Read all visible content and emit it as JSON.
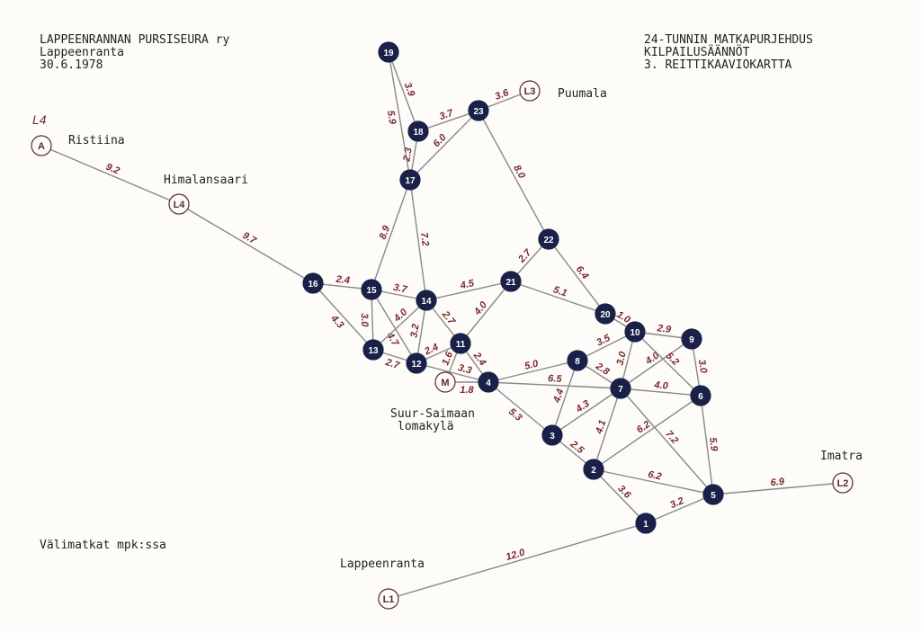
{
  "header_left": [
    "LAPPEENRANNAN PURSISEURA ry",
    "Lappeenranta",
    "30.6.1978"
  ],
  "header_right": [
    "24-TUNNIN MATKAPURJEHDUS",
    "KILPAILUSÄÄNNÖT",
    "3. REITTIKAAVIOKARTTA"
  ],
  "places": {
    "ristiina": "Ristiina",
    "himalansaari": "Himalansaari",
    "puumala": "Puumala",
    "imatra": "Imatra",
    "lappeenranta": "Lappeenranta",
    "suur_saimaan_1": "Suur-Saimaan",
    "suur_saimaan_2": "lomakylä"
  },
  "footnote": "Välimatkat mpk:ssa",
  "handwritten_L4": "L4",
  "colors": {
    "node": "#1a2148",
    "label": "#7a2a2a",
    "line": "#888888"
  },
  "nodes": [
    {
      "id": "19",
      "type": "mark"
    },
    {
      "id": "18",
      "type": "mark"
    },
    {
      "id": "23",
      "type": "mark"
    },
    {
      "id": "17",
      "type": "mark"
    },
    {
      "id": "22",
      "type": "mark"
    },
    {
      "id": "21",
      "type": "mark"
    },
    {
      "id": "20",
      "type": "mark"
    },
    {
      "id": "10",
      "type": "mark"
    },
    {
      "id": "9",
      "type": "mark"
    },
    {
      "id": "16",
      "type": "mark"
    },
    {
      "id": "15",
      "type": "mark"
    },
    {
      "id": "14",
      "type": "mark"
    },
    {
      "id": "13",
      "type": "mark"
    },
    {
      "id": "12",
      "type": "mark"
    },
    {
      "id": "11",
      "type": "mark"
    },
    {
      "id": "4",
      "type": "mark"
    },
    {
      "id": "8",
      "type": "mark"
    },
    {
      "id": "7",
      "type": "mark"
    },
    {
      "id": "6",
      "type": "mark"
    },
    {
      "id": "3",
      "type": "mark"
    },
    {
      "id": "2",
      "type": "mark"
    },
    {
      "id": "5",
      "type": "mark"
    },
    {
      "id": "1",
      "type": "mark"
    },
    {
      "id": "M",
      "type": "port"
    },
    {
      "id": "L1",
      "type": "port"
    },
    {
      "id": "L2",
      "type": "port"
    },
    {
      "id": "L3",
      "type": "port"
    },
    {
      "id": "L4",
      "type": "port"
    },
    {
      "id": "A",
      "type": "port"
    }
  ],
  "edges": [
    [
      "A",
      "L4",
      "9.2"
    ],
    [
      "L4",
      "16",
      "9.7"
    ],
    [
      "19",
      "17",
      "5.9"
    ],
    [
      "19",
      "18",
      "3.9"
    ],
    [
      "18",
      "23",
      "3.7"
    ],
    [
      "23",
      "L3",
      "3.6"
    ],
    [
      "18",
      "17",
      "2.3"
    ],
    [
      "17",
      "23",
      "6.0"
    ],
    [
      "23",
      "22",
      "8.0"
    ],
    [
      "17",
      "15",
      "8.9"
    ],
    [
      "17",
      "14",
      "7.2"
    ],
    [
      "22",
      "21",
      "2.7"
    ],
    [
      "22",
      "20",
      "6.4"
    ],
    [
      "21",
      "20",
      "5.1"
    ],
    [
      "20",
      "10",
      "1.0"
    ],
    [
      "16",
      "15",
      "2.4"
    ],
    [
      "16",
      "13",
      "4.3"
    ],
    [
      "15",
      "14",
      "3.7"
    ],
    [
      "15",
      "13",
      "3.0"
    ],
    [
      "15",
      "12",
      "4.7"
    ],
    [
      "14",
      "13",
      "4.0"
    ],
    [
      "14",
      "12",
      "3.2"
    ],
    [
      "14",
      "11",
      "2.7"
    ],
    [
      "14",
      "21",
      "4.5"
    ],
    [
      "11",
      "21",
      "4.0"
    ],
    [
      "11",
      "12",
      "2.4"
    ],
    [
      "13",
      "12",
      "2.7"
    ],
    [
      "11",
      "M",
      "1.6"
    ],
    [
      "12",
      "4",
      "3.3"
    ],
    [
      "11",
      "4",
      "2.4"
    ],
    [
      "M",
      "4",
      "1.8"
    ],
    [
      "4",
      "8",
      "5.0"
    ],
    [
      "4",
      "7",
      "6.5"
    ],
    [
      "4",
      "3",
      "5.3"
    ],
    [
      "8",
      "10",
      "3.5"
    ],
    [
      "8",
      "7",
      "2.8"
    ],
    [
      "8",
      "3",
      "4.4"
    ],
    [
      "10",
      "7",
      "3.0"
    ],
    [
      "10",
      "9",
      "2.9"
    ],
    [
      "9",
      "7",
      "4.0"
    ],
    [
      "10",
      "6",
      "5.2"
    ],
    [
      "9",
      "6",
      "3.0"
    ],
    [
      "7",
      "6",
      "4.0"
    ],
    [
      "7",
      "3",
      "4.3"
    ],
    [
      "7",
      "2",
      "4.1"
    ],
    [
      "6",
      "2",
      "6.2"
    ],
    [
      "7",
      "5",
      "7.2"
    ],
    [
      "6",
      "5",
      "5.9"
    ],
    [
      "3",
      "2",
      "2.5"
    ],
    [
      "2",
      "5",
      "6.2"
    ],
    [
      "2",
      "1",
      "3.6"
    ],
    [
      "1",
      "5",
      "3.2"
    ],
    [
      "5",
      "L2",
      "6.9"
    ],
    [
      "L1",
      "1",
      "12.0"
    ]
  ]
}
